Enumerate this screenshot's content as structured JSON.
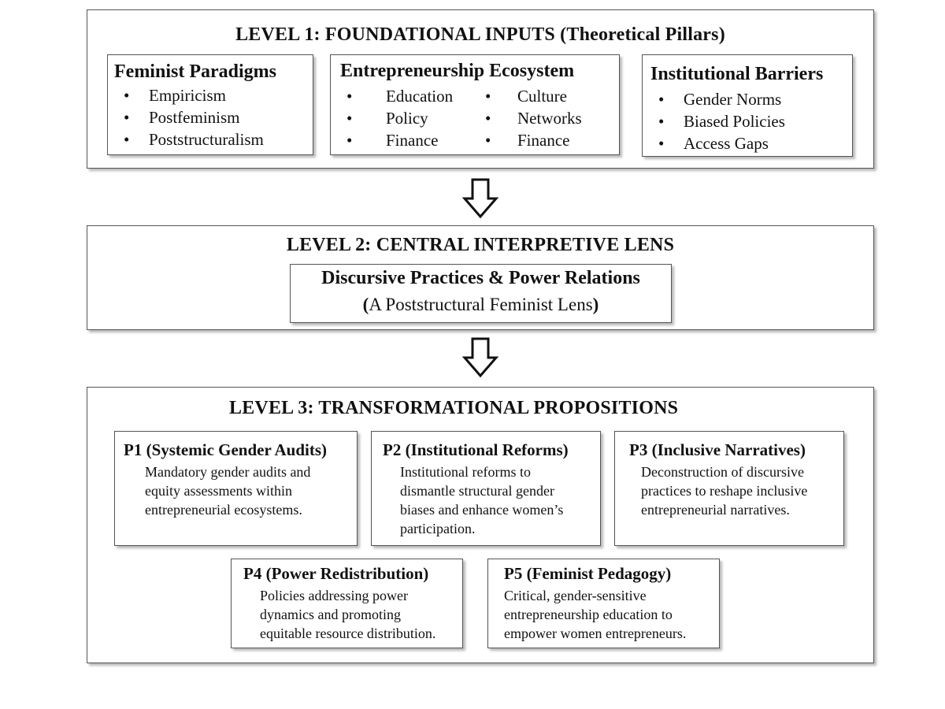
{
  "level1": {
    "title": "LEVEL 1: FOUNDATIONAL INPUTS (Theoretical Pillars)",
    "feminist": {
      "title": "Feminist Paradigms",
      "items": [
        "Empiricism",
        "Postfeminism",
        "Poststructuralism"
      ]
    },
    "ecosystem": {
      "title": "Entrepreneurship Ecosystem",
      "items_left": [
        "Education",
        "Policy",
        "Finance"
      ],
      "items_right": [
        "Culture",
        "Networks",
        "Finance"
      ]
    },
    "barriers": {
      "title": "Institutional Barriers",
      "items": [
        "Gender Norms",
        "Biased Policies",
        "Access Gaps"
      ]
    }
  },
  "level2": {
    "title": "LEVEL 2: CENTRAL INTERPRETIVE LENS",
    "lens_title": "Discursive Practices & Power Relations",
    "lens_paren_open": "(",
    "lens_subtitle": "A Poststructural Feminist Lens",
    "lens_paren_close": ")"
  },
  "level3": {
    "title": "LEVEL 3: TRANSFORMATIONAL PROPOSITIONS",
    "p1": {
      "title": "P1 (Systemic Gender Audits)",
      "lines": [
        "Mandatory gender audits and",
        "equity assessments within",
        "entrepreneurial ecosystems."
      ]
    },
    "p2": {
      "title": "P2 (Institutional Reforms)",
      "lines": [
        "Institutional reforms to",
        "dismantle structural gender",
        "biases and enhance women’s",
        "participation."
      ]
    },
    "p3": {
      "title": "P3 (Inclusive Narratives)",
      "lines": [
        "Deconstruction of discursive",
        "practices to reshape inclusive",
        "entrepreneurial narratives."
      ]
    },
    "p4": {
      "title": "P4 (Power Redistribution)",
      "lines": [
        "Policies addressing power",
        "dynamics and promoting",
        "equitable resource distribution."
      ]
    },
    "p5": {
      "title": "P5 (Feminist Pedagogy)",
      "lines": [
        "Critical, gender-sensitive",
        "entrepreneurship education to",
        "empower women entrepreneurs."
      ]
    }
  },
  "colors": {
    "border": "#555555",
    "text": "#111111",
    "background": "#ffffff"
  }
}
